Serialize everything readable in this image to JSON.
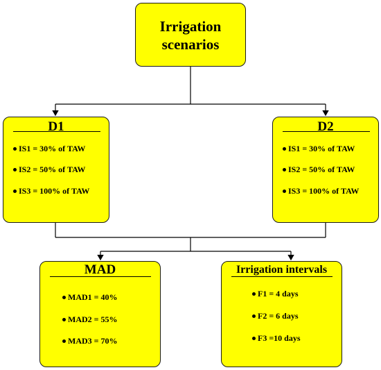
{
  "root": {
    "title_line1": "Irrigation",
    "title_line2": "scenarios"
  },
  "d1": {
    "title": "D1",
    "items": [
      "IS1 = 30% of TAW",
      "IS2 = 50% of TAW",
      "IS3 = 100% of TAW"
    ]
  },
  "d2": {
    "title": "D2",
    "items": [
      "IS1 = 30% of TAW",
      "IS2 = 50% of TAW",
      "IS3 = 100% of TAW"
    ]
  },
  "mad": {
    "title": "MAD",
    "items": [
      "MAD1 = 40%",
      "MAD2 = 55%",
      "MAD3 = 70%"
    ]
  },
  "intervals": {
    "title": "Irrigation intervals",
    "items": [
      "F1 = 4 days",
      "F2 = 6 days",
      "F3 =10 days"
    ]
  },
  "colors": {
    "box_fill": "#ffff00",
    "outline": "#1a1a1a"
  }
}
